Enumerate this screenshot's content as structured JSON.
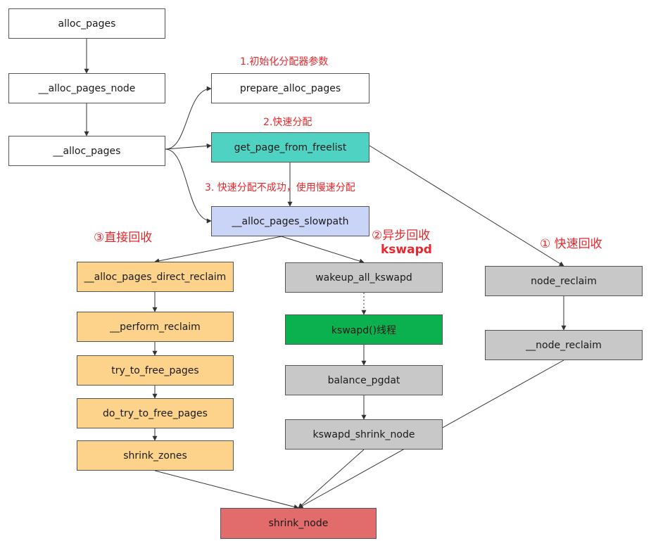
{
  "colors": {
    "white": "#ffffff",
    "teal": "#4fd2c2",
    "lavender": "#c9d4f7",
    "orange": "#fdd38c",
    "gray": "#c8c8c8",
    "green": "#0ab14e",
    "red": "#e26b6b",
    "label": "#e8262c",
    "edge": "#333333"
  },
  "nodes": {
    "alloc_pages": "alloc_pages",
    "alloc_pages_node": "__alloc_pages_node",
    "alloc_pages_inner": "__alloc_pages",
    "prepare_alloc_pages": "prepare_alloc_pages",
    "get_page_from_freelist": "get_page_from_freelist",
    "alloc_pages_slowpath": "__alloc_pages_slowpath",
    "alloc_pages_direct_reclaim": "__alloc_pages_direct_reclaim",
    "perform_reclaim": "__perform_reclaim",
    "try_to_free_pages": "try_to_free_pages",
    "do_try_to_free_pages": "do_try_to_free_pages",
    "shrink_zones": "shrink_zones",
    "wakeup_all_kswapd": "wakeup_all_kswapd",
    "kswapd_thread": "kswapd()线程",
    "balance_pgdat": "balance_pgdat",
    "kswapd_shrink_node": "kswapd_shrink_node",
    "node_reclaim": "node_reclaim",
    "node_reclaim_inner": "__node_reclaim",
    "shrink_node": "shrink_node"
  },
  "annotations": {
    "step1": "1.初始化分配器参数",
    "step2": "2.快速分配",
    "step3": "3. 快速分配不成功，使用慢速分配",
    "direct_reclaim": "③直接回收",
    "async_reclaim": "②异步回收",
    "kswapd": "kswapd",
    "fast_reclaim": "① 快速回收"
  }
}
